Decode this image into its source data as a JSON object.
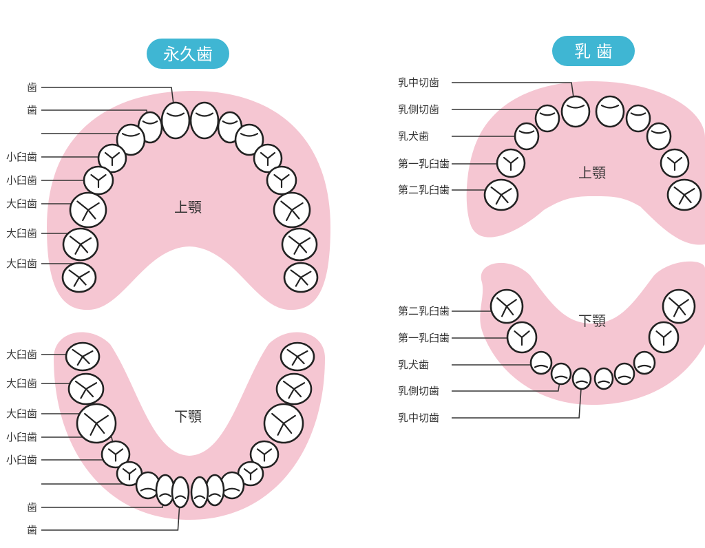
{
  "colors": {
    "gum": "#f5c6d2",
    "badge": "#3fb6d3"
  },
  "permanent": {
    "title": "永久歯",
    "upper_jaw": "上顎",
    "lower_jaw": "下顎",
    "upper_labels": [
      "歯",
      "歯",
      "",
      "小臼歯",
      "小臼歯",
      "大臼歯",
      "大臼歯",
      "大臼歯"
    ],
    "lower_labels": [
      "大臼歯",
      "大臼歯",
      "大臼歯",
      "小臼歯",
      "小臼歯",
      "",
      "歯",
      "歯"
    ]
  },
  "primary": {
    "title": "乳 歯",
    "upper_jaw": "上顎",
    "lower_jaw": "下顎",
    "upper_labels": [
      "乳中切歯",
      "乳側切歯",
      "乳犬歯",
      "第一乳臼歯",
      "第二乳臼歯"
    ],
    "lower_labels": [
      "第二乳臼歯",
      "第一乳臼歯",
      "乳犬歯",
      "乳側切歯",
      "乳中切歯"
    ]
  }
}
